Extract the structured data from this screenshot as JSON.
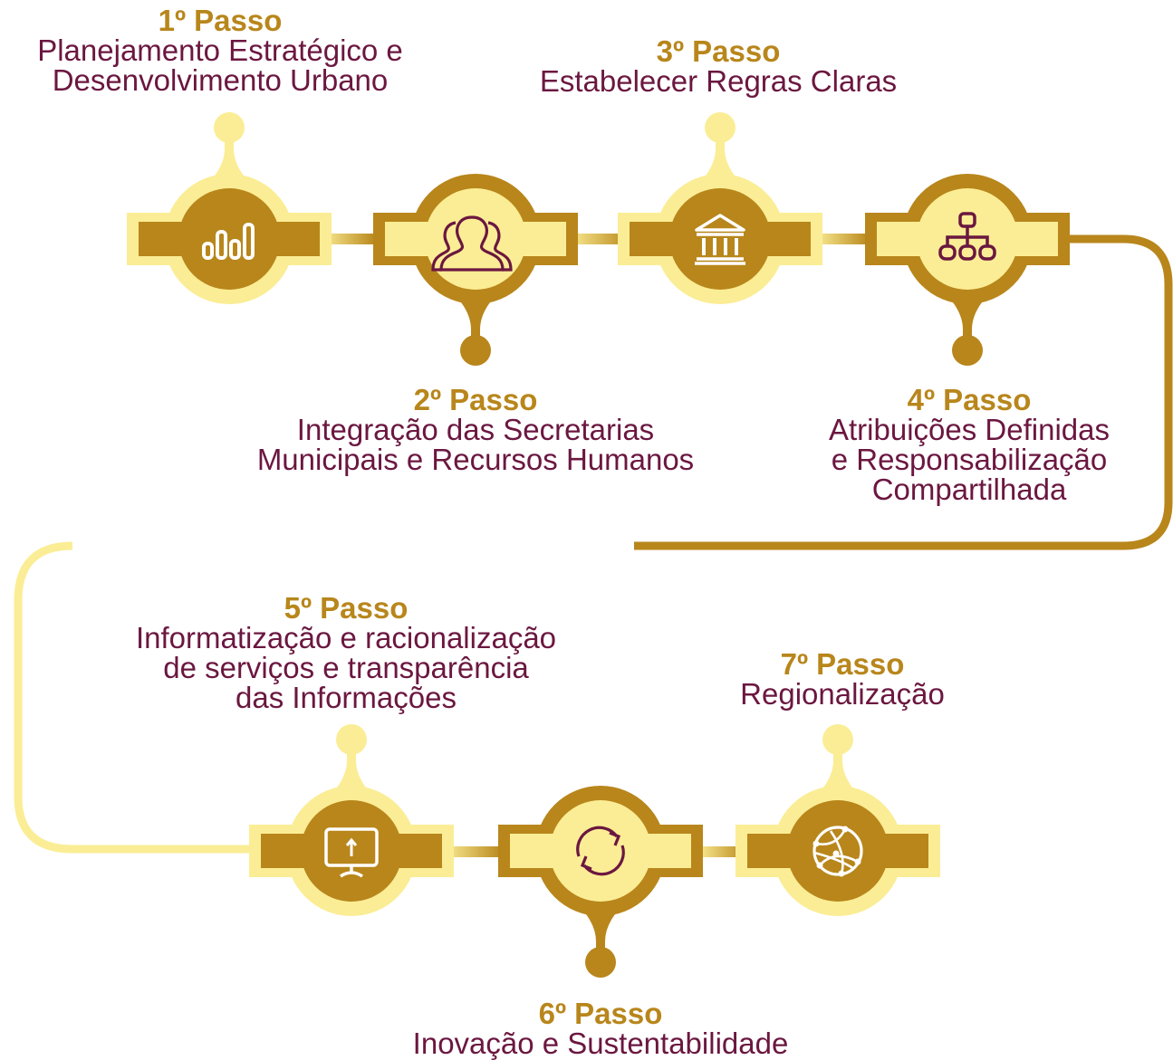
{
  "colors": {
    "gold": "#b8861b",
    "pale_yellow": "#fbed95",
    "text_maroon": "#6b1740"
  },
  "steps": [
    {
      "step": "1º Passo",
      "title": [
        "Planejamento Estratégico e",
        "Desenvolvimento Urbano"
      ],
      "icon": "bar-chart-icon"
    },
    {
      "step": "2º Passo",
      "title": [
        "Integração das Secretarias",
        "Municipais e Recursos Humanos"
      ],
      "icon": "people-group-icon"
    },
    {
      "step": "3º Passo",
      "title": [
        "Estabelecer Regras Claras"
      ],
      "icon": "institution-building-icon"
    },
    {
      "step": "4º Passo",
      "title": [
        "Atribuições Definidas",
        "e Responsabilização",
        "Compartilhada"
      ],
      "icon": "org-chart-icon"
    },
    {
      "step": "5º Passo",
      "title": [
        "Informatização e racionalização",
        "de serviços e transparência",
        "das Informações"
      ],
      "icon": "monitor-upload-icon"
    },
    {
      "step": "6º Passo",
      "title": [
        "Inovação e Sustentabilidade"
      ],
      "icon": "refresh-cycle-icon"
    },
    {
      "step": "7º Passo",
      "title": [
        "Regionalização"
      ],
      "icon": "network-globe-icon"
    }
  ]
}
